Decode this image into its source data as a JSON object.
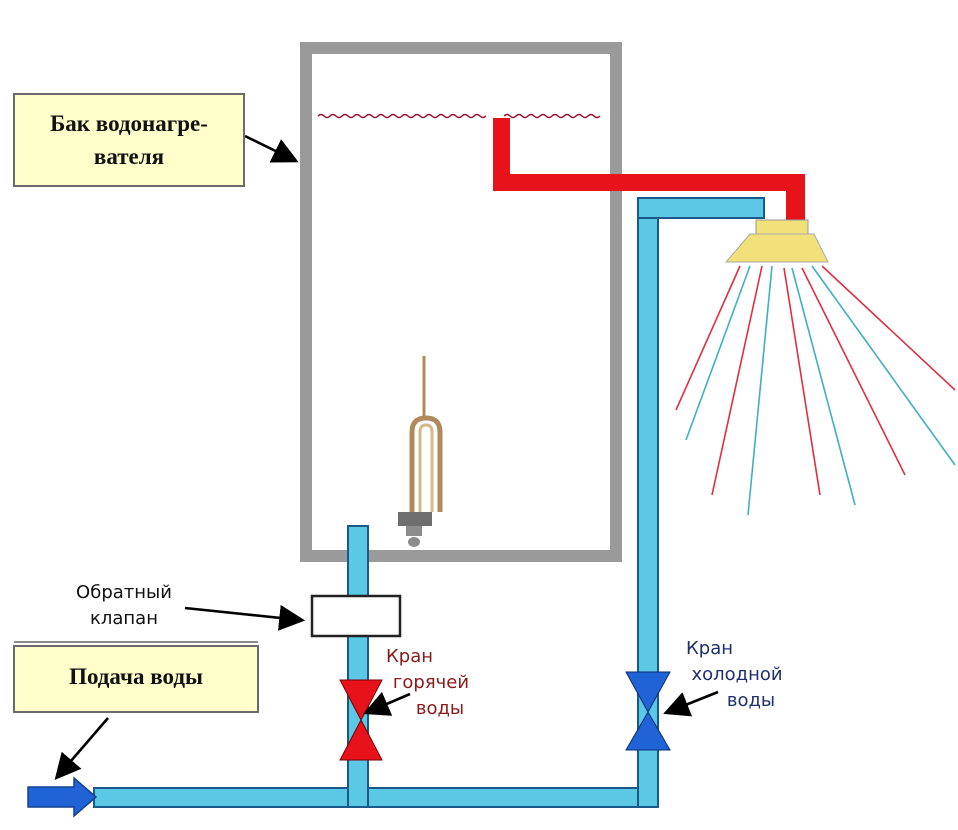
{
  "labels": {
    "tank_line1": "Бак водонагре-",
    "tank_line2": "вателя",
    "check_valve_line1": "Обратный",
    "check_valve_line2": "клапан",
    "water_supply": "Подача воды",
    "hot_tap_line1": "Кран",
    "hot_tap_line2": "горячей",
    "hot_tap_line3": "воды",
    "cold_tap_line1": "Кран",
    "cold_tap_line2": "холодной",
    "cold_tap_line3": "воды"
  },
  "colors": {
    "cold_pipe": "#5bc8e6",
    "hot_pipe": "#e8121b",
    "tank_wall": "#9a9a9a",
    "label_fill": "#ffffcc",
    "hot_text": "#8b1a1a",
    "cold_text": "#1f2f6b",
    "hot_valve": "#e8121b",
    "cold_valve": "#1f63d6",
    "inlet_arrow": "#1f63d6",
    "shower_head": "#f2e07a"
  }
}
